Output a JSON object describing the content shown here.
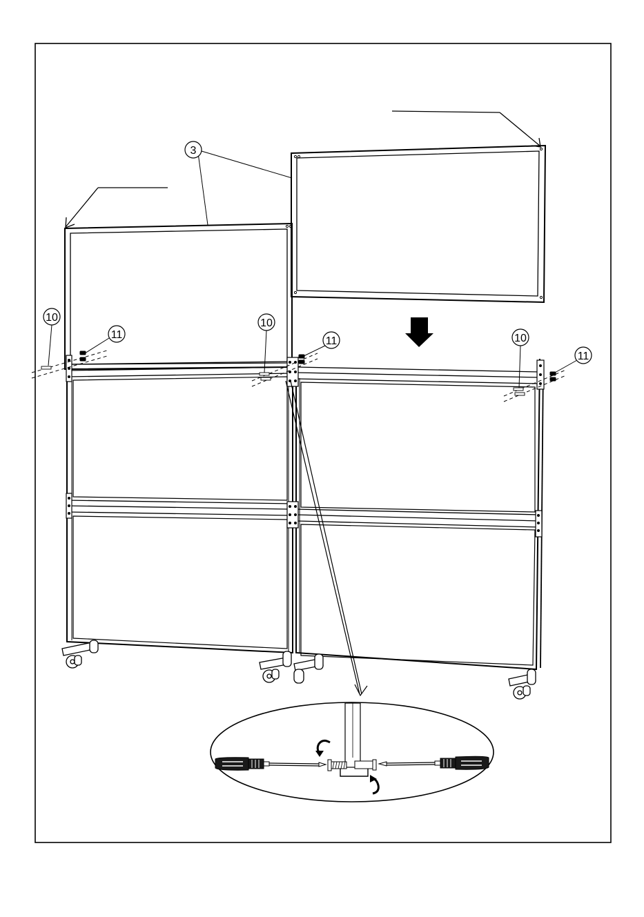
{
  "diagram": {
    "callouts": {
      "c3": "3",
      "c10a": "10",
      "c10b": "10",
      "c10c": "10",
      "c11a": "11",
      "c11b": "11",
      "c11c": "11"
    },
    "colors": {
      "line": "#000000",
      "panel_fill": "#ffffff",
      "detail_fill": "#ffffff",
      "handle_fill": "#1a1a1a",
      "arrow_fill": "#000000"
    },
    "icons": [
      "down-arrow-icon",
      "rotate-arrow-icon",
      "screwdriver-icon"
    ]
  }
}
